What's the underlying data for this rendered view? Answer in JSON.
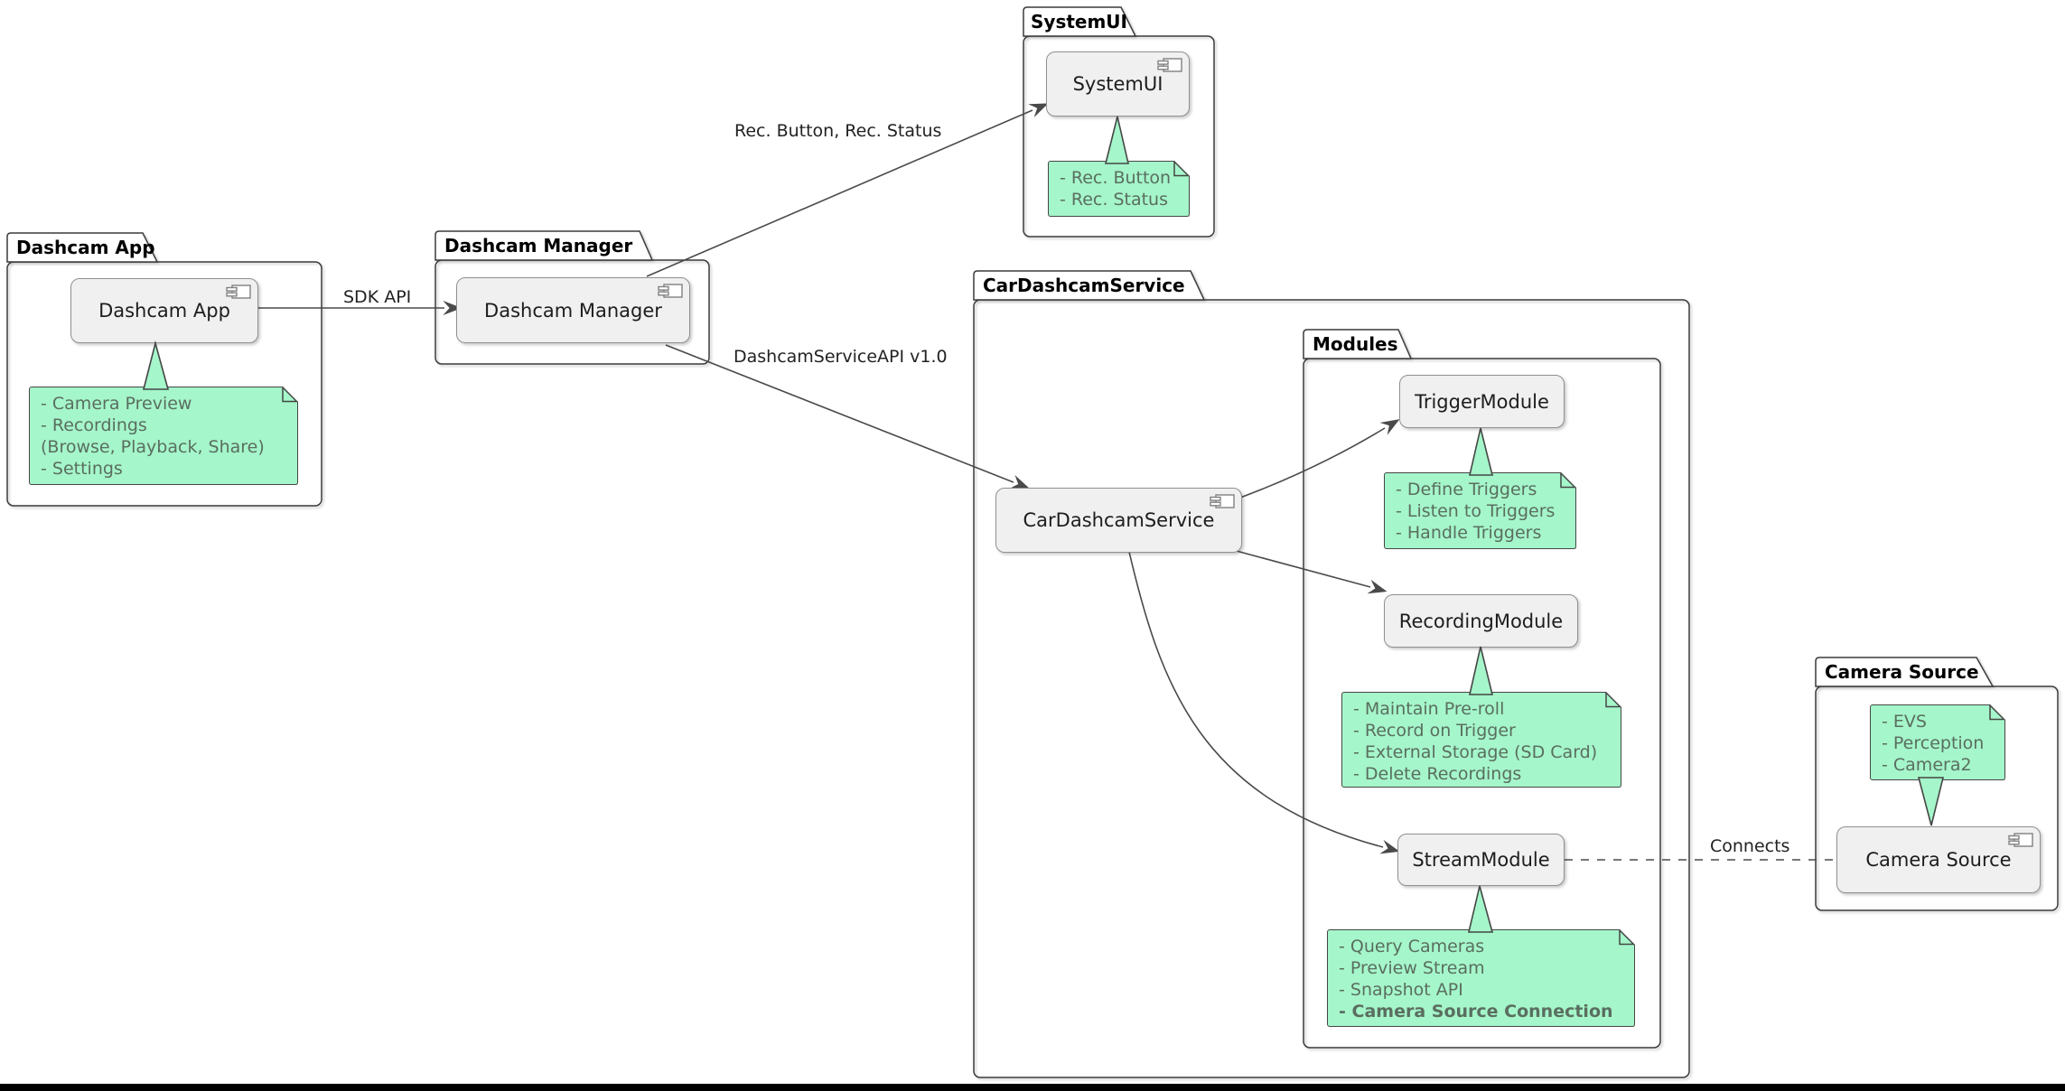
{
  "packages": {
    "dashcam_app": {
      "title": "Dashcam App"
    },
    "dashcam_manager": {
      "title": "Dashcam Manager"
    },
    "system_ui": {
      "title": "SystemUI"
    },
    "car_dashcam_service": {
      "title": "CarDashcamService"
    },
    "modules": {
      "title": "Modules"
    },
    "camera_source": {
      "title": "Camera Source"
    }
  },
  "components": {
    "dashcam_app": {
      "label": "Dashcam App"
    },
    "dashcam_manager": {
      "label": "Dashcam Manager"
    },
    "system_ui": {
      "label": "SystemUI"
    },
    "car_dashcam_service": {
      "label": "CarDashcamService"
    },
    "trigger_module": {
      "label": "TriggerModule"
    },
    "recording_module": {
      "label": "RecordingModule"
    },
    "stream_module": {
      "label": "StreamModule"
    },
    "camera_source": {
      "label": "Camera Source"
    }
  },
  "notes": {
    "dashcam_app": {
      "lines": [
        "- Camera Preview",
        "- Recordings",
        "(Browse, Playback, Share)",
        "- Settings"
      ]
    },
    "system_ui": {
      "lines": [
        "- Rec. Button",
        "- Rec. Status"
      ]
    },
    "trigger_module": {
      "lines": [
        "- Define Triggers",
        "- Listen to Triggers",
        "- Handle Triggers"
      ]
    },
    "recording_module": {
      "lines": [
        "- Maintain Pre-roll",
        "- Record on Trigger",
        "- External Storage (SD Card)",
        "- Delete Recordings"
      ]
    },
    "stream_module": {
      "lines": [
        "- Query Cameras",
        "- Preview Stream",
        "- Snapshot API",
        "- Camera Source Connection"
      ]
    },
    "camera_source": {
      "lines": [
        "- EVS",
        "- Perception",
        "- Camera2"
      ]
    }
  },
  "edge_labels": {
    "sdk_api": "SDK API",
    "rec_button_status": "Rec. Button, Rec. Status",
    "dashcam_service_api": "DashcamServiceAPI v1.0",
    "connects": "Connects"
  },
  "colors": {
    "note_fill": "#A5F6CA",
    "note_border": "#454645",
    "note_text": "#5A6E60",
    "component_fill": "#F0F0F0",
    "component_border": "#909090",
    "package_border": "#3B3B3B",
    "edge": "#4A4A4A",
    "label_text": "#222222",
    "bottom_bar": "#000000"
  }
}
